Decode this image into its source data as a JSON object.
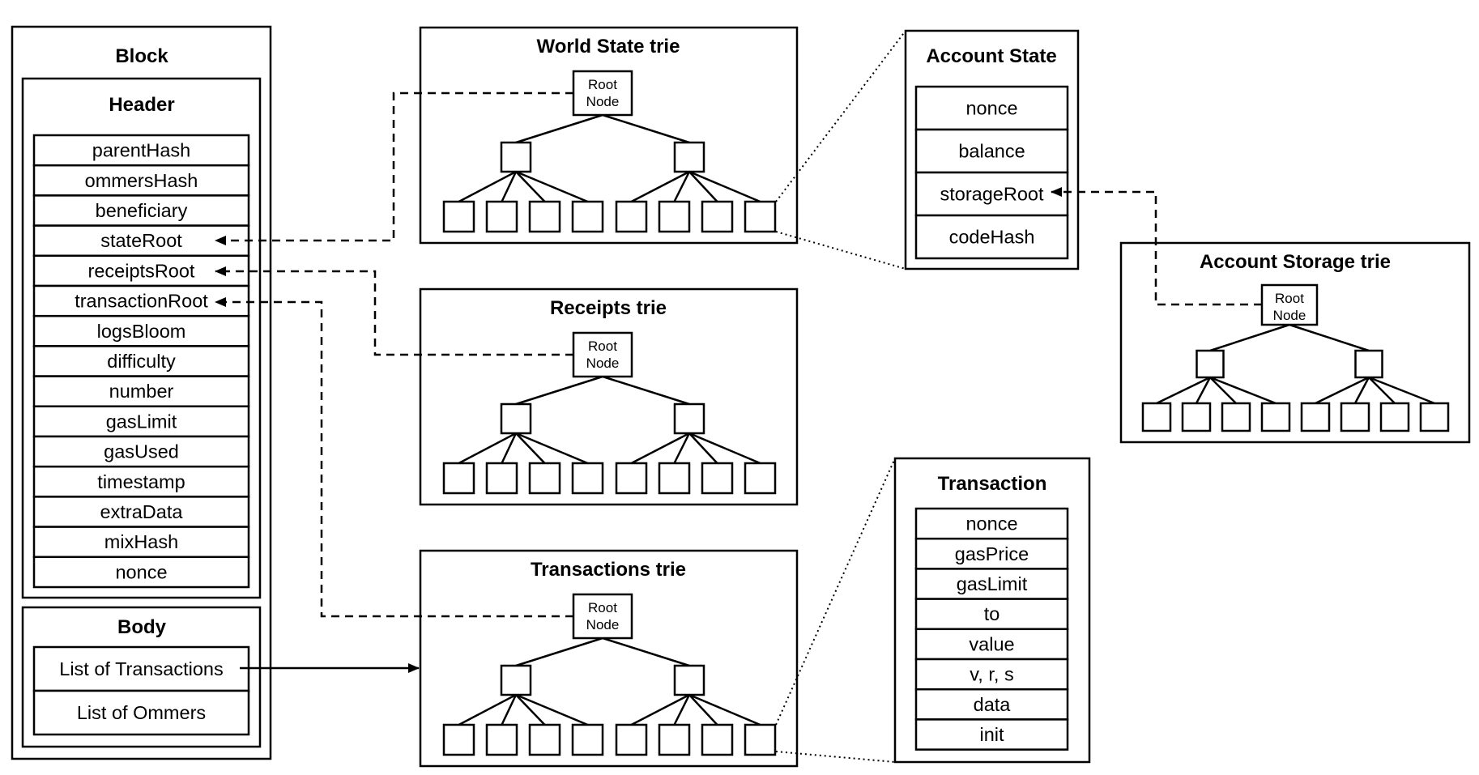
{
  "block": {
    "title": "Block",
    "header": {
      "title": "Header",
      "fields": [
        "parentHash",
        "ommersHash",
        "beneficiary",
        "stateRoot",
        "receiptsRoot",
        "transactionRoot",
        "logsBloom",
        "difficulty",
        "number",
        "gasLimit",
        "gasUsed",
        "timestamp",
        "extraData",
        "mixHash",
        "nonce"
      ]
    },
    "body": {
      "title": "Body",
      "fields": [
        "List of Transactions",
        "List of Ommers"
      ]
    }
  },
  "tries": {
    "world_state": {
      "title": "World State trie",
      "root_line1": "Root",
      "root_line2": "Node"
    },
    "receipts": {
      "title": "Receipts trie",
      "root_line1": "Root",
      "root_line2": "Node"
    },
    "transactions": {
      "title": "Transactions trie",
      "root_line1": "Root",
      "root_line2": "Node"
    },
    "account_storage": {
      "title": "Account Storage trie",
      "root_line1": "Root",
      "root_line2": "Node"
    }
  },
  "account_state": {
    "title": "Account State",
    "fields": [
      "nonce",
      "balance",
      "storageRoot",
      "codeHash"
    ]
  },
  "transaction": {
    "title": "Transaction",
    "fields": [
      "nonce",
      "gasPrice",
      "gasLimit",
      "to",
      "value",
      "v, r, s",
      "data",
      "init"
    ]
  }
}
